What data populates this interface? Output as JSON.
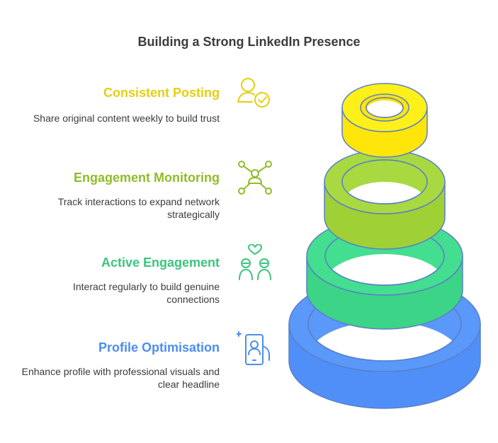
{
  "title": "Building a Strong LinkedIn Presence",
  "steps": [
    {
      "heading": "Consistent Posting",
      "description": "Share original content weekly to build trust",
      "icon": "person-check-icon",
      "color": "#e5cf10"
    },
    {
      "heading": "Engagement Monitoring",
      "description": "Track interactions to expand network strategically",
      "icon": "network-icon",
      "color": "#8ebd2a"
    },
    {
      "heading": "Active Engagement",
      "description": "Interact regularly to build genuine connections",
      "icon": "people-heart-icon",
      "color": "#3cc47d"
    },
    {
      "heading": "Profile Optimisation",
      "description": "Enhance profile with professional visuals and clear headline",
      "icon": "phone-profile-icon",
      "color": "#4c8df0"
    }
  ],
  "colors": {
    "ring_yellow": "#ffe60a",
    "ring_lime": "#a5d63d",
    "ring_green": "#43de8f",
    "ring_blue": "#4f8ff7",
    "outline": "#5b7fc9",
    "title_text": "#3b3b3b"
  }
}
